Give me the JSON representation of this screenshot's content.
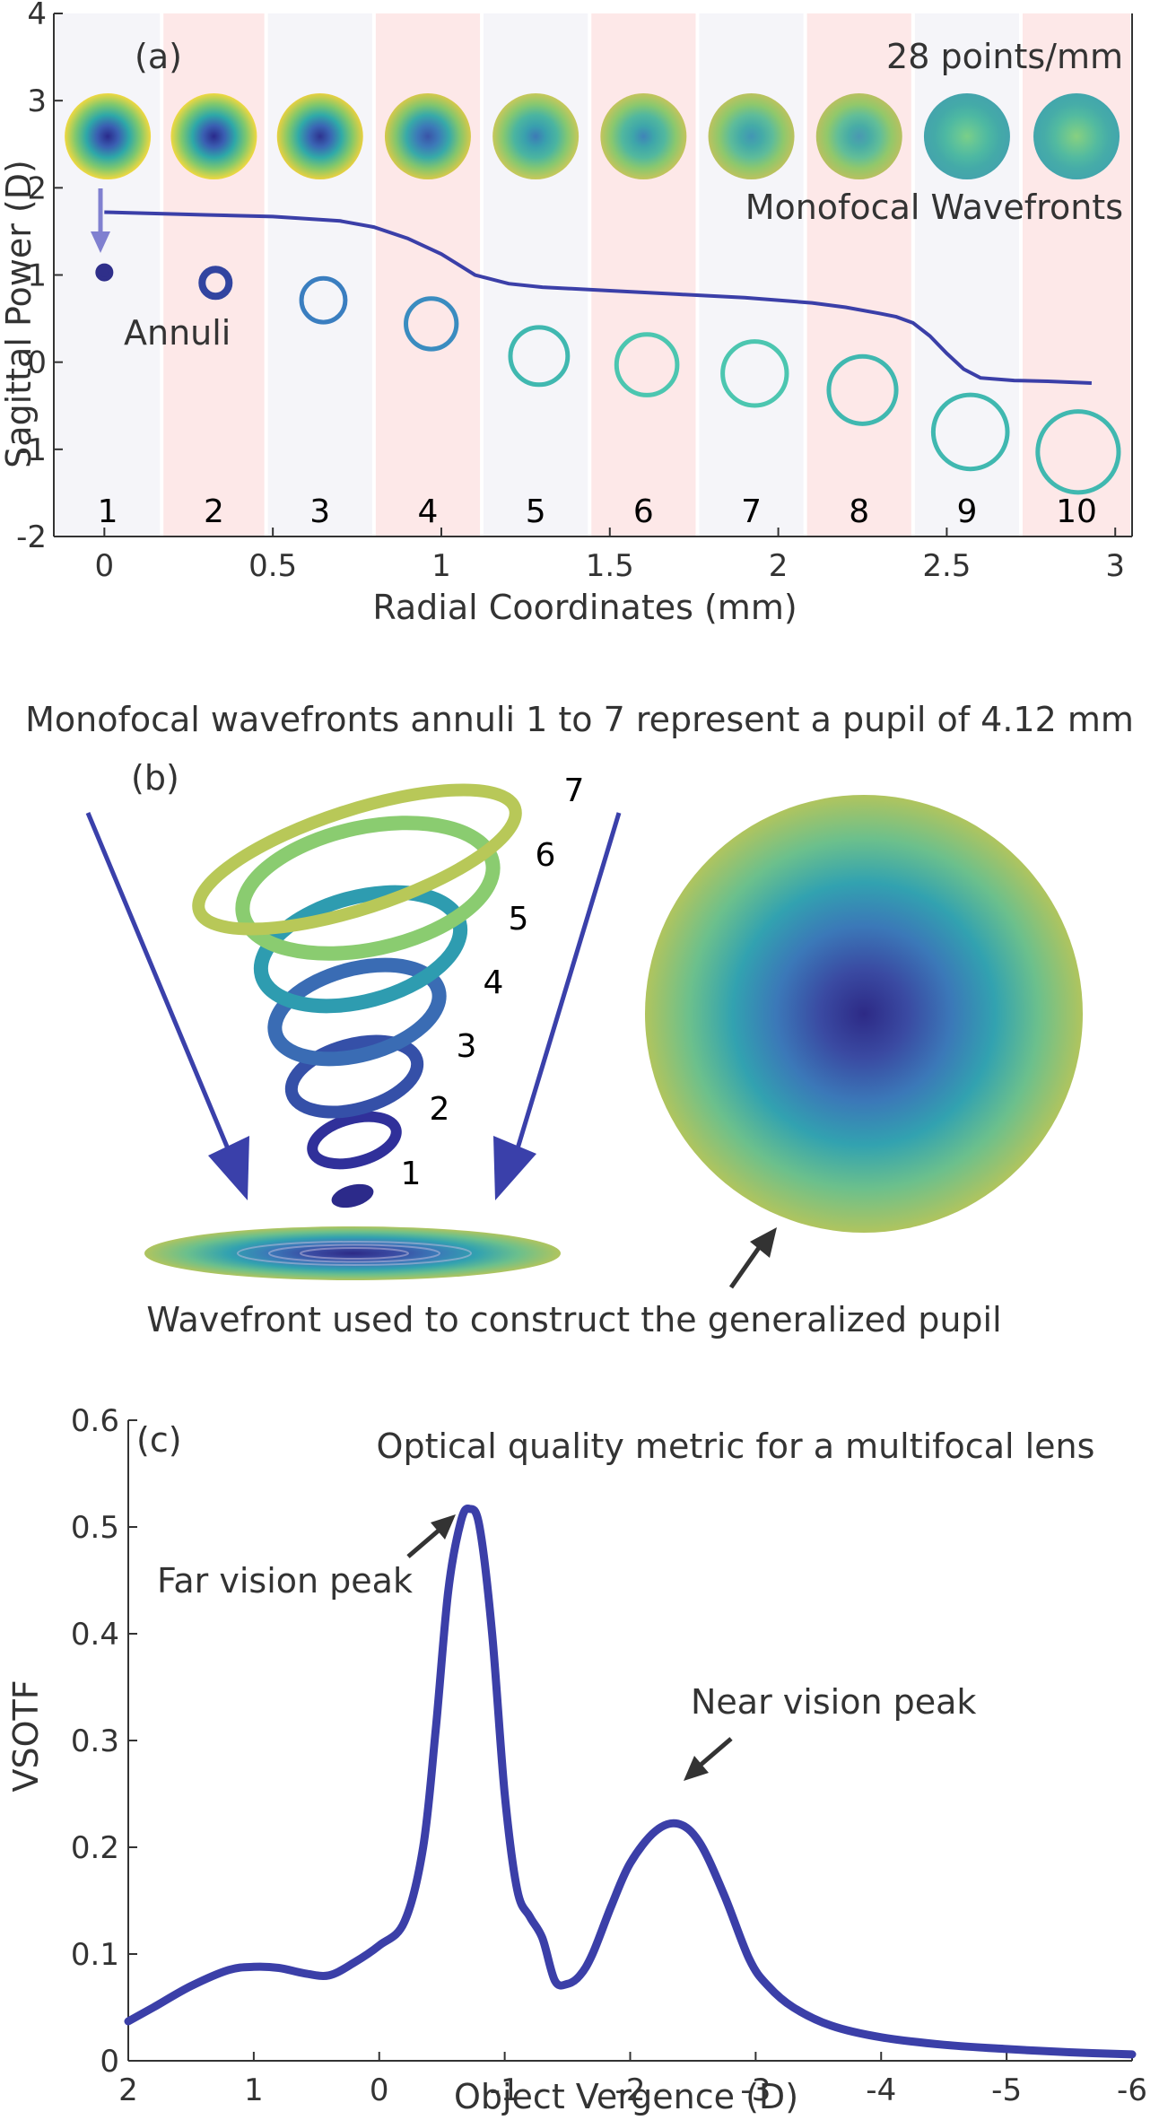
{
  "heading_b": "Monofocal wavefronts annuli 1 to 7 represent a pupil of 4.12 mm",
  "panel_a": {
    "label": "(a)",
    "resolution_text": "28 points/mm",
    "wavefronts_label": "Monofocal Wavefronts",
    "annuli_label": "Annuli",
    "band_numbers": [
      "1",
      "2",
      "3",
      "4",
      "5",
      "6",
      "7",
      "8",
      "9",
      "10"
    ],
    "band_colors": [
      "#f5f5f9",
      "#fde8e8"
    ],
    "wavefront_colors": [
      [
        "#2a2a8c",
        "#3a5fb2",
        "#2ea8a8",
        "#7ec86e",
        "#f0d840"
      ],
      [
        "#2a2a8c",
        "#3a5fb2",
        "#2ea8a8",
        "#7ec86e",
        "#f0d840"
      ],
      [
        "#2e3390",
        "#3a66b4",
        "#30aaa8",
        "#82c86a",
        "#e8d040"
      ],
      [
        "#3a54a8",
        "#3c7ab8",
        "#38aaa8",
        "#84c66c",
        "#d6c84a"
      ],
      [
        "#3d7ab6",
        "#39a0ae",
        "#4bb5a0",
        "#86c870",
        "#c8c85a"
      ],
      [
        "#3f84b8",
        "#3ea6aa",
        "#52b89e",
        "#8ac86e",
        "#c4c45c"
      ],
      [
        "#4296b4",
        "#44aaa8",
        "#5ebc9a",
        "#8ec86c",
        "#bcc25e"
      ],
      [
        "#4a98b2",
        "#48aca6",
        "#62be98",
        "#92c86a",
        "#b8c060"
      ],
      [
        "#7acf88",
        "#62c498",
        "#4db8a2",
        "#44aaa8",
        "#44a4ac"
      ],
      [
        "#88d080",
        "#6cc690",
        "#52baa0",
        "#46aca8",
        "#42a6ac"
      ]
    ],
    "annulus_colors": [
      "#2f2f8a",
      "#3244a0",
      "#3a7ec0",
      "#3a8cc0",
      "#40b8b0",
      "#4cc6b0",
      "#4cc6b0",
      "#40b8b0",
      "#40b8b0",
      "#40b8b0"
    ],
    "accent_color": "#3b3fa8",
    "arrow_color": "#8080d0",
    "chart_data": {
      "type": "line",
      "xlabel": "Radial Coordinates (mm)",
      "ylabel": "Sagittal Power (D)",
      "xlim": [
        -0.15,
        3.05
      ],
      "ylim": [
        -2,
        4
      ],
      "xticks": [
        0,
        0.5,
        1,
        1.5,
        2,
        2.5,
        3
      ],
      "xtick_labels": [
        "0",
        "0.5",
        "1",
        "1.5",
        "2",
        "2.5",
        "3"
      ],
      "yticks": [
        -2,
        -1,
        0,
        1,
        2,
        3,
        4
      ],
      "ytick_labels": [
        "-2",
        "-1",
        "0",
        "1",
        "2",
        "3",
        "4"
      ],
      "band_edges": [
        -0.15,
        0.17,
        0.48,
        0.8,
        1.12,
        1.44,
        1.76,
        2.08,
        2.4,
        2.72,
        3.05
      ],
      "series": [
        {
          "x": [
            0,
            0.3,
            0.5,
            0.7,
            0.8,
            0.9,
            1.0,
            1.05,
            1.1,
            1.2,
            1.3,
            1.5,
            1.7,
            1.9,
            2.1,
            2.2,
            2.3,
            2.35,
            2.4,
            2.45,
            2.5,
            2.55,
            2.6,
            2.7,
            2.8,
            2.93
          ],
          "y": [
            1.72,
            1.69,
            1.67,
            1.62,
            1.55,
            1.42,
            1.24,
            1.12,
            1.0,
            0.9,
            0.86,
            0.82,
            0.78,
            0.74,
            0.68,
            0.63,
            0.56,
            0.52,
            0.45,
            0.3,
            0.1,
            -0.08,
            -0.18,
            -0.21,
            -0.22,
            -0.24
          ]
        }
      ],
      "annuli": [
        {
          "x": 0.0,
          "y": 1.03,
          "radius_mm": 0.02
        },
        {
          "x": 0.33,
          "y": 0.91,
          "radius_mm": 0.04
        },
        {
          "x": 0.65,
          "y": 0.71,
          "radius_mm": 0.065
        },
        {
          "x": 0.97,
          "y": 0.44,
          "radius_mm": 0.075
        },
        {
          "x": 1.29,
          "y": 0.07,
          "radius_mm": 0.085
        },
        {
          "x": 1.61,
          "y": -0.03,
          "radius_mm": 0.09
        },
        {
          "x": 1.93,
          "y": -0.13,
          "radius_mm": 0.095
        },
        {
          "x": 2.25,
          "y": -0.32,
          "radius_mm": 0.1
        },
        {
          "x": 2.57,
          "y": -0.8,
          "radius_mm": 0.11
        },
        {
          "x": 2.89,
          "y": -1.03,
          "radius_mm": 0.12
        }
      ]
    }
  },
  "panel_b": {
    "label": "(b)",
    "caption": "Wavefront used to construct the generalized pupil",
    "ring_numbers": [
      "1",
      "2",
      "3",
      "4",
      "5",
      "6",
      "7"
    ],
    "ring_colors": [
      "#2c2a8a",
      "#30309a",
      "#3550a8",
      "#3a6cb4",
      "#2e9cb0",
      "#8acc70",
      "#b8c858"
    ],
    "pupil_colors": [
      "#2d2a86",
      "#3a4aa2",
      "#3b78b8",
      "#32a2b0",
      "#6cc08c",
      "#b0c45e"
    ],
    "arrow_color": "#3a40aa"
  },
  "panel_c": {
    "label": "(c)",
    "title": "Optical quality metric for a multifocal lens",
    "far_label": "Far vision peak",
    "near_label": "Near vision peak",
    "line_color": "#3b3fa8",
    "chart_data": {
      "type": "line",
      "title": "Optical quality metric for a multifocal lens",
      "xlabel": "Object Vergence (D)",
      "ylabel": "VSOTF",
      "xlim": [
        2,
        -6
      ],
      "ylim": [
        0,
        0.6
      ],
      "xticks": [
        2,
        1,
        0,
        -1,
        -2,
        -3,
        -4,
        -5,
        -6
      ],
      "xtick_labels": [
        "2",
        "1",
        "0",
        "-1",
        "-2",
        "-3",
        "-4",
        "-5",
        "-6"
      ],
      "yticks": [
        0,
        0.1,
        0.2,
        0.3,
        0.4,
        0.5,
        0.6
      ],
      "ytick_labels": [
        "0",
        "0.1",
        "0.2",
        "0.3",
        "0.4",
        "0.5",
        "0.6"
      ],
      "series": [
        {
          "x": [
            2,
            1.8,
            1.5,
            1.2,
            1.0,
            0.8,
            0.6,
            0.4,
            0.2,
            0.0,
            -0.2,
            -0.35,
            -0.45,
            -0.55,
            -0.65,
            -0.72,
            -0.8,
            -0.9,
            -1.0,
            -1.1,
            -1.2,
            -1.3,
            -1.4,
            -1.5,
            -1.6,
            -1.7,
            -1.85,
            -2.0,
            -2.2,
            -2.38,
            -2.55,
            -2.75,
            -2.95,
            -3.1,
            -3.3,
            -3.6,
            -4.0,
            -4.5,
            -5.0,
            -5.5,
            -6.0
          ],
          "y": [
            0.037,
            0.05,
            0.07,
            0.085,
            0.088,
            0.087,
            0.082,
            0.08,
            0.092,
            0.108,
            0.13,
            0.2,
            0.31,
            0.44,
            0.505,
            0.517,
            0.5,
            0.4,
            0.25,
            0.16,
            0.135,
            0.115,
            0.075,
            0.072,
            0.08,
            0.1,
            0.145,
            0.185,
            0.215,
            0.222,
            0.205,
            0.155,
            0.095,
            0.07,
            0.05,
            0.033,
            0.022,
            0.015,
            0.011,
            0.008,
            0.006
          ]
        }
      ],
      "annotations": [
        {
          "text": "Far vision peak",
          "x": -0.73,
          "y": 0.517
        },
        {
          "text": "Near vision peak",
          "x": -2.38,
          "y": 0.222
        }
      ]
    }
  }
}
